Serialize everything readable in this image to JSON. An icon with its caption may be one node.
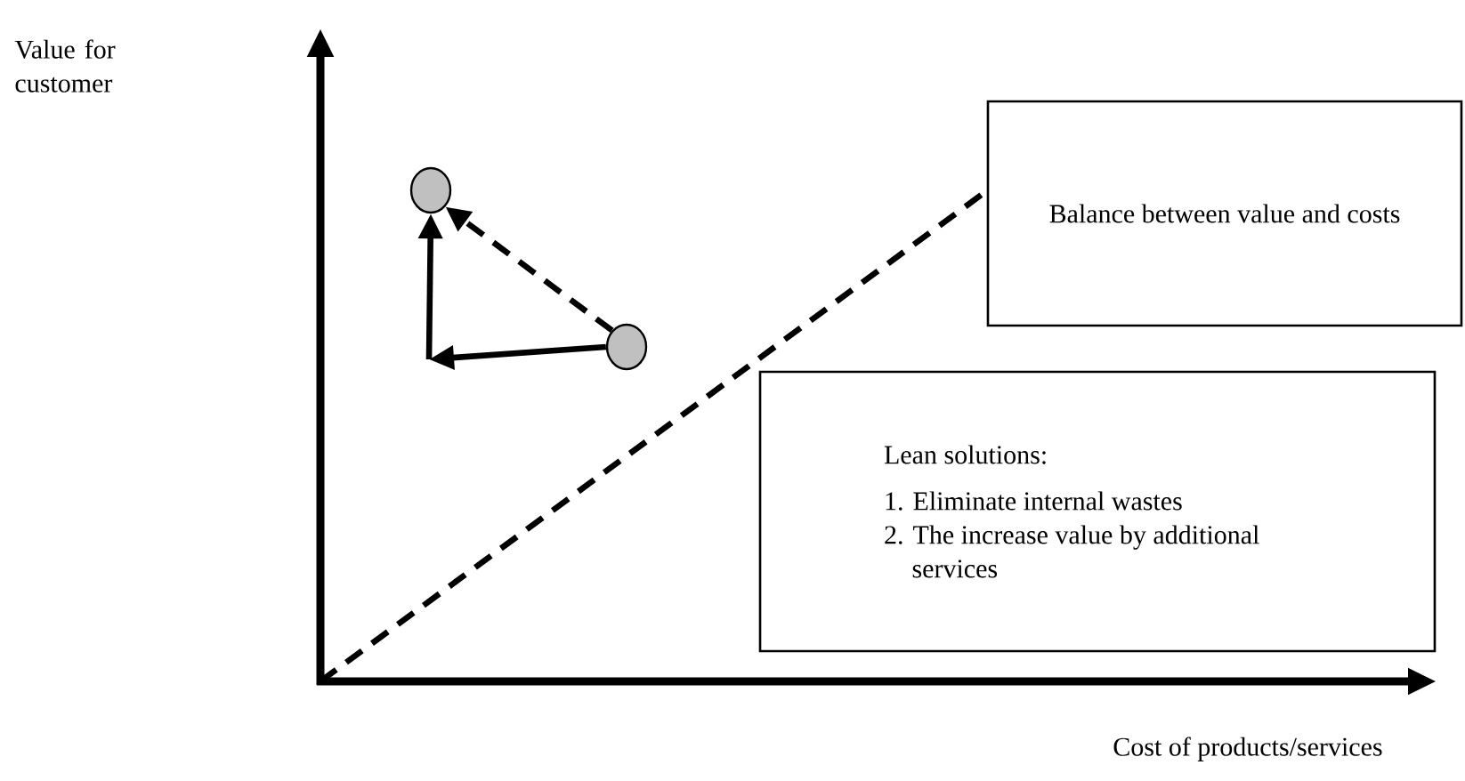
{
  "diagram": {
    "nodes": [
      {
        "text": [],
        "shape": "circle"
      },
      {
        "text": [],
        "shape": "circle"
      },
      {
        "text": [
          "Balance between value and costs"
        ]
      },
      {
        "text": [
          "Lean solutions:",
          "1. Eliminate internal wastes",
          "2. The increase value by additional services"
        ]
      }
    ],
    "edges": [
      {
        "from": 1,
        "to": null,
        "arrow": "to"
      },
      {
        "from": null,
        "to": 0,
        "arrow": "to"
      },
      {
        "from": 1,
        "to": 0,
        "arrow": "to",
        "style": "dashed"
      },
      {
        "from": null,
        "to": 2,
        "arrow": "none",
        "style": "dashed"
      }
    ],
    "labels": [
      "Value for customer",
      "Cost of products/services"
    ]
  }
}
